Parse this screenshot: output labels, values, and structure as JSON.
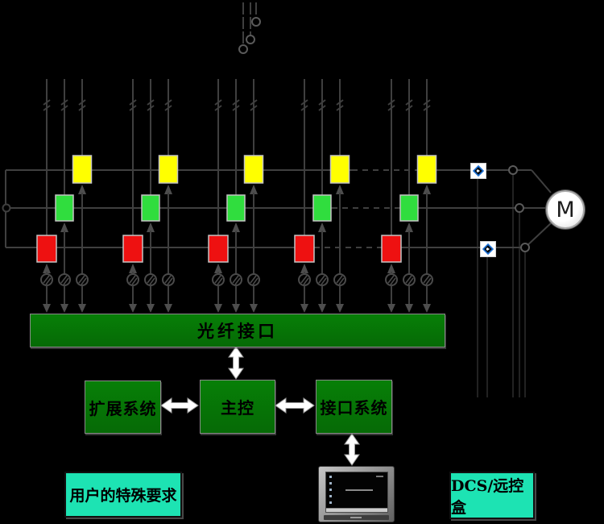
{
  "labels": {
    "fiber_interface": "光纤接口",
    "expansion_system": "扩展系统",
    "main_control": "主控",
    "interface_system": "接口系统",
    "user_special_requirements": "用户的特殊要求",
    "dcs_remote_box": "DCS/远控盒",
    "motor": "M"
  },
  "colors": {
    "background": "#000000",
    "wire": "#3f3f3f",
    "wire_faint": "#2e2e2e",
    "module_yellow": "#ffff00",
    "module_green": "#30dd3e",
    "module_red": "#ee1111",
    "panel_green": "#077f07",
    "cyan_panel": "#1de3b3",
    "arrow_white": "#ffffff",
    "module_border": "#c4c4c4",
    "sensor_blue": "#1a6fd4"
  },
  "structure": {
    "module_columns": 5,
    "module_rows": [
      "yellow",
      "green",
      "red"
    ],
    "phases_per_column": 3
  }
}
